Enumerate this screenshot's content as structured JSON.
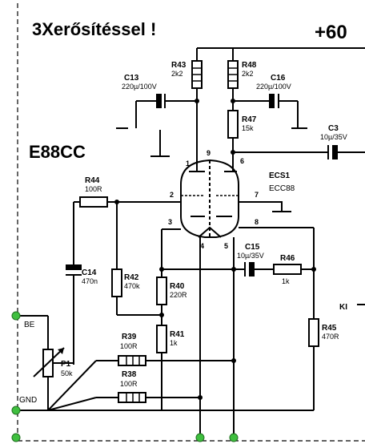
{
  "header": {
    "title": "3Xerősítéssel !",
    "supply": "+60"
  },
  "tube": {
    "type_label": "E88CC",
    "designator": "ECS1",
    "model": "ECC88",
    "pins": [
      "1",
      "9",
      "6",
      "2",
      "7",
      "3",
      "8",
      "4",
      "5"
    ]
  },
  "components": {
    "R43": {
      "ref": "R43",
      "value": "2k2"
    },
    "R48": {
      "ref": "R48",
      "value": "2k2"
    },
    "C13": {
      "ref": "C13",
      "value": "220µ/100V"
    },
    "C16": {
      "ref": "C16",
      "value": "220µ/100V"
    },
    "R47": {
      "ref": "R47",
      "value": "15k"
    },
    "C3": {
      "ref": "C3",
      "value": "10µ/35V"
    },
    "R44": {
      "ref": "R44",
      "value": "100R"
    },
    "C14": {
      "ref": "C14",
      "value": "470n"
    },
    "R42": {
      "ref": "R42",
      "value": "470k"
    },
    "R40": {
      "ref": "R40",
      "value": "220R"
    },
    "R41": {
      "ref": "R41",
      "value": "1k"
    },
    "C15": {
      "ref": "C15",
      "value": "10µ/35V"
    },
    "R46": {
      "ref": "R46",
      "value": "1k"
    },
    "R45": {
      "ref": "R45",
      "value": "470R"
    },
    "R39": {
      "ref": "R39",
      "value": "100R"
    },
    "R38": {
      "ref": "R38",
      "value": "100R"
    },
    "P1": {
      "ref": "P1",
      "value": "50k"
    }
  },
  "io": {
    "input_label": "BE",
    "ground_label": "GND",
    "right_label": "KI"
  }
}
